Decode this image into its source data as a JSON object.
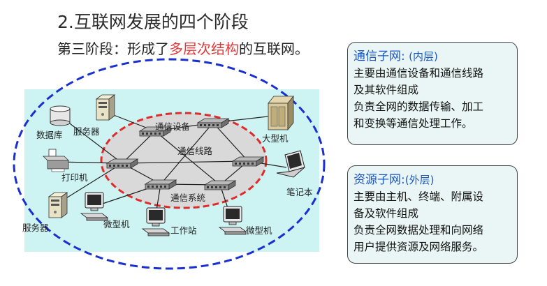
{
  "slide": {
    "title": "2.互联网发展的四个阶段",
    "subtitle_prefix": "第三阶段：形成了",
    "subtitle_highlight": "多层次结构",
    "subtitle_suffix": "的互联网。"
  },
  "diagram": {
    "labels": {
      "database": "数据库",
      "server_top": "服务器",
      "printer": "打印机",
      "server_bottom": "服务器",
      "micro1": "微型机",
      "workstation": "工作站",
      "micro2": "微型机",
      "laptop": "笔记本",
      "mainframe": "大型机",
      "comm_device": "通信设备",
      "comm_line": "通信线路",
      "comm_system": "通信系统"
    },
    "colors": {
      "outer_ellipse": "#1a2fd0",
      "inner_ellipse": "#e02b2b",
      "background_panel": "#cef3f3",
      "inner_fill": "#d9d9d9"
    }
  },
  "comm_subnet": {
    "heading": "通信子网:",
    "tag": "(内层)",
    "lines": [
      "主要由通信设备和通信线路",
      "及其软件组成",
      "负责全网的数据传输、加工",
      "和变换等通信处理工作。"
    ]
  },
  "resource_subnet": {
    "heading": "资源子网:",
    "tag": "(外层)",
    "lines": [
      "主要由主机、终端、附属设",
      "备及软件组成",
      "负责全网数据处理和向网络",
      "用户提供资源及网络服务。"
    ]
  }
}
